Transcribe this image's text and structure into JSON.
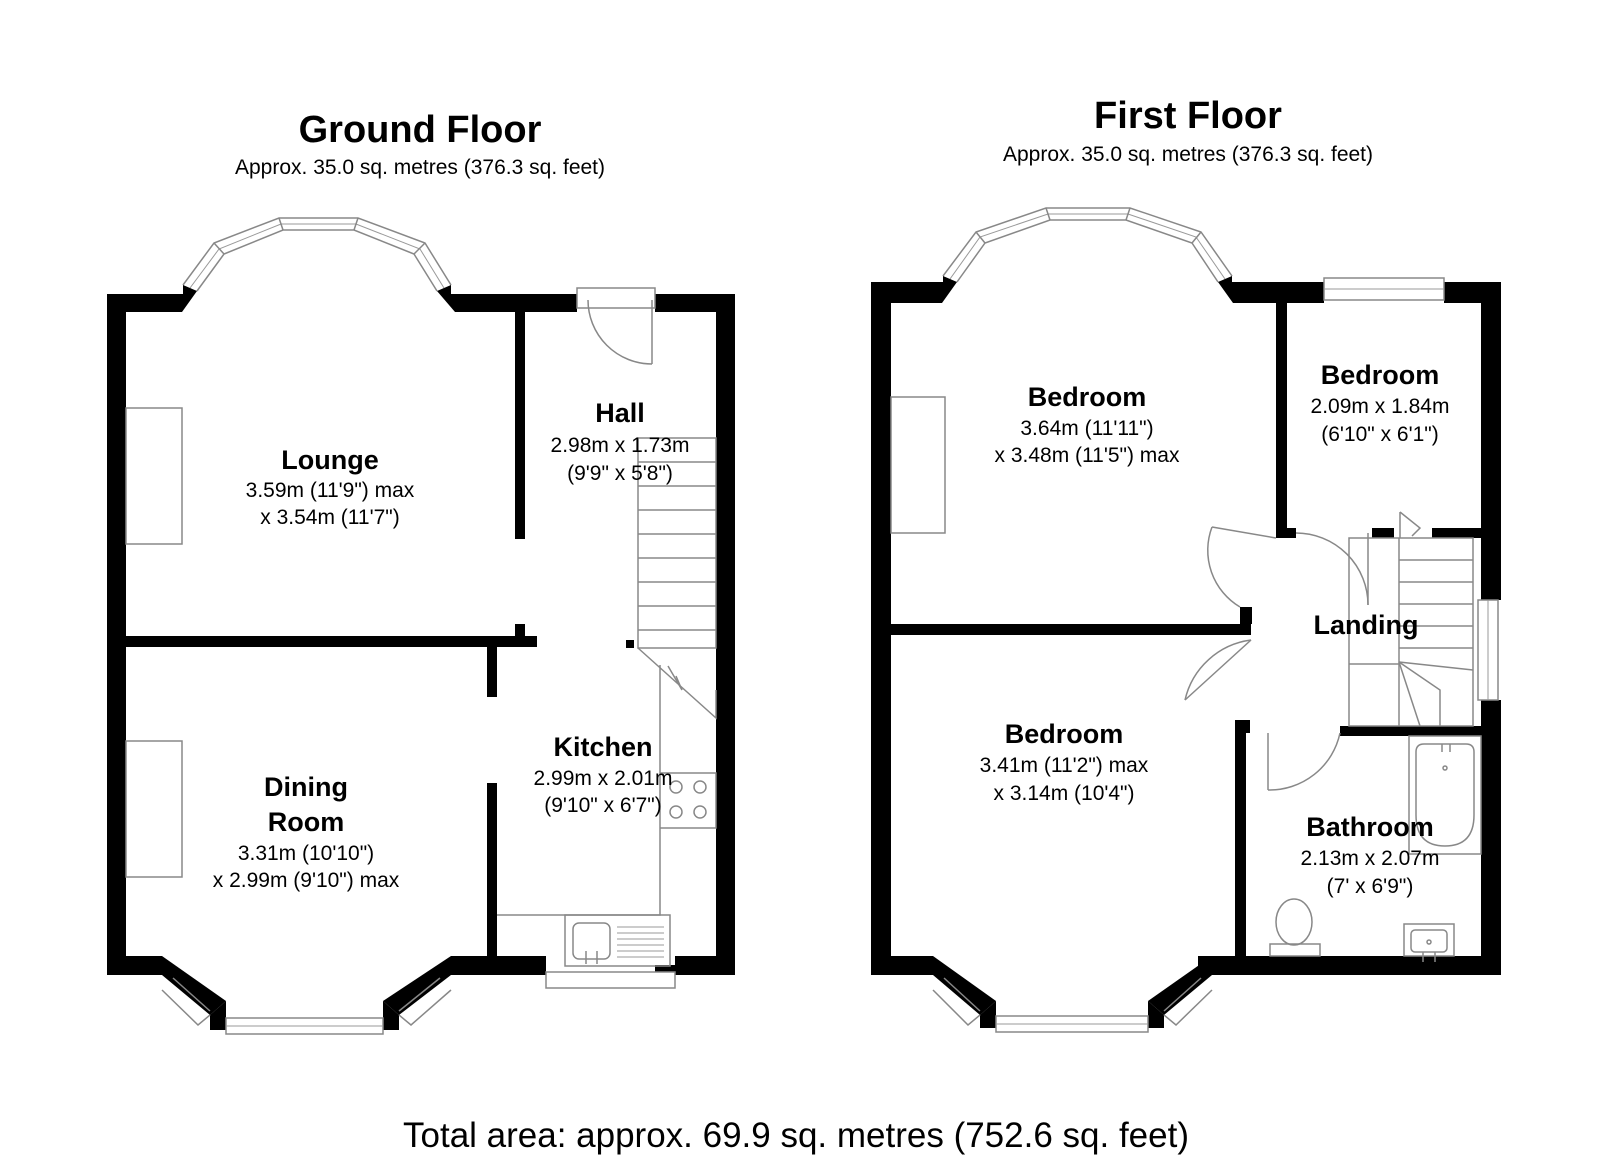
{
  "ground_floor": {
    "title": "Ground Floor",
    "area": "Approx. 35.0 sq. metres (376.3 sq. feet)",
    "lounge": {
      "name": "Lounge",
      "dim1": "3.59m (11'9\") max",
      "dim2": "x 3.54m (11'7\")"
    },
    "hall": {
      "name": "Hall",
      "dim1": "2.98m x 1.73m",
      "dim2": "(9'9\" x 5'8\")"
    },
    "dining": {
      "name1": "Dining",
      "name2": "Room",
      "dim1": "3.31m (10'10\")",
      "dim2": "x 2.99m (9'10\") max"
    },
    "kitchen": {
      "name": "Kitchen",
      "dim1": "2.99m x 2.01m",
      "dim2": "(9'10\" x 6'7\")"
    }
  },
  "first_floor": {
    "title": "First Floor",
    "area": "Approx. 35.0 sq. metres (376.3 sq. feet)",
    "bedroom_front": {
      "name": "Bedroom",
      "dim1": "3.64m (11'11\")",
      "dim2": "x 3.48m (11'5\") max"
    },
    "bedroom_small": {
      "name": "Bedroom",
      "dim1": "2.09m x 1.84m",
      "dim2": "(6'10\" x 6'1\")"
    },
    "landing": {
      "name": "Landing"
    },
    "bedroom_rear": {
      "name": "Bedroom",
      "dim1": "3.41m (11'2\") max",
      "dim2": "x 3.14m (10'4\")"
    },
    "bathroom": {
      "name": "Bathroom",
      "dim1": "2.13m x 2.07m",
      "dim2": "(7' x 6'9\")"
    }
  },
  "total_area": "Total area: approx. 69.9 sq. metres (752.6 sq. feet)"
}
